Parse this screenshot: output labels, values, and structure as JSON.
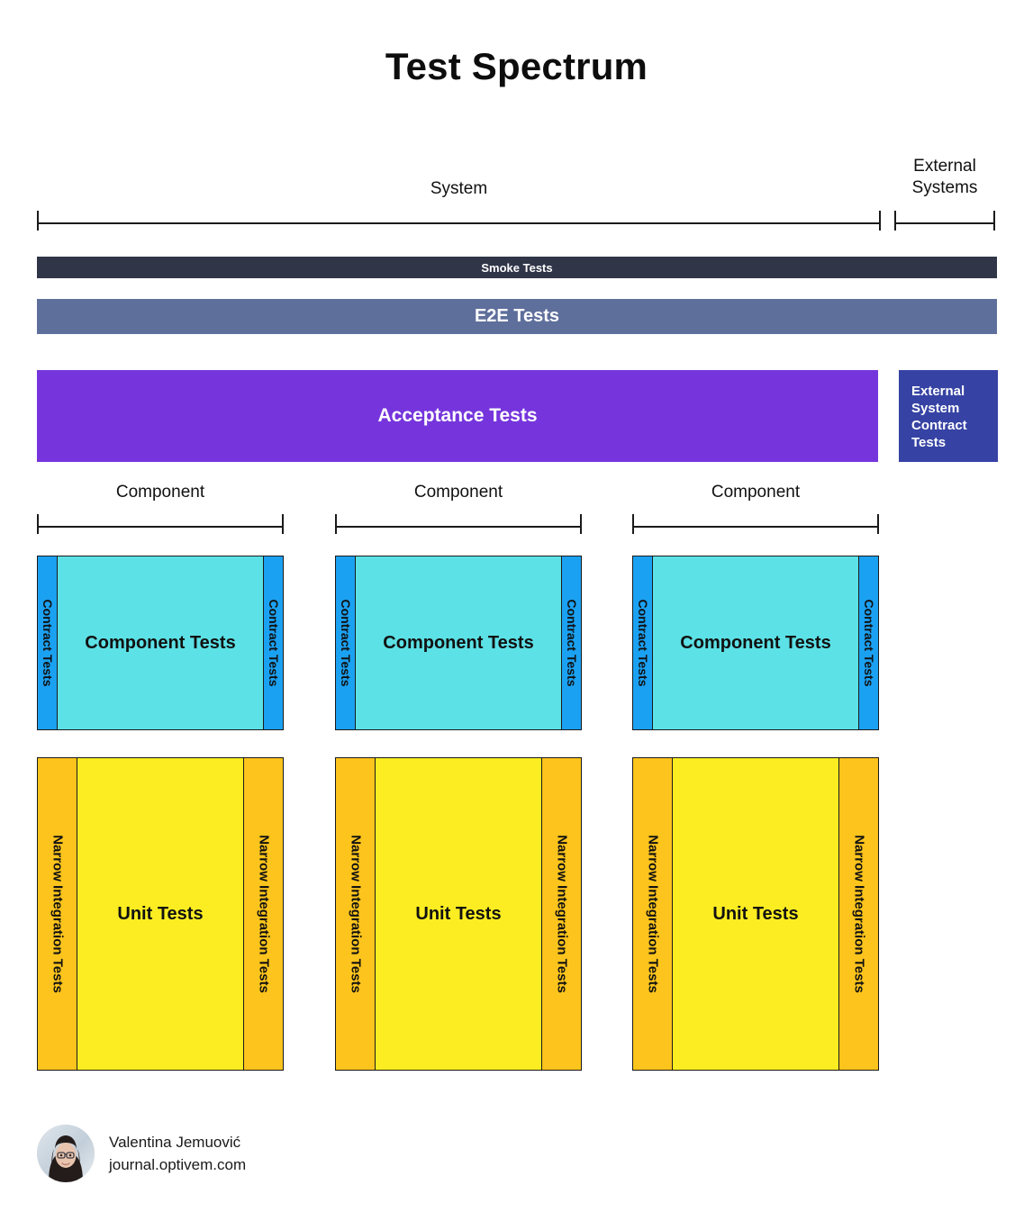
{
  "page": {
    "title": "Test Spectrum",
    "background": "#ffffff"
  },
  "colors": {
    "smoke_tests": "#303548",
    "e2e_tests": "#5f6f9c",
    "acceptance_tests": "#7635dc",
    "external_system_contract_tests": "#3643a4",
    "contract_tests": "#1ba1f2",
    "component_tests": "#5ce1e6",
    "narrow_integration_tests": "#fcc41c",
    "unit_tests": "#fbed21",
    "outline": "#1a1a1a",
    "text_dark": "#111111",
    "text_light": "#ffffff"
  },
  "scopes": {
    "system": "System",
    "external_systems": "External\nSystems",
    "component": "Component"
  },
  "bars": {
    "smoke": "Smoke Tests",
    "e2e": "E2E Tests",
    "acceptance": "Acceptance Tests",
    "external_contract": "External\nSystem\nContract\nTests"
  },
  "components": [
    {
      "scope_label": "Component",
      "contract_left": "Contract Tests",
      "component_tests": "Component Tests",
      "contract_right": "Contract Tests",
      "narrow_left": "Narrow Integration Tests",
      "unit_tests": "Unit Tests",
      "narrow_right": "Narrow Integration Tests"
    },
    {
      "scope_label": "Component",
      "contract_left": "Contract Tests",
      "component_tests": "Component Tests",
      "contract_right": "Contract Tests",
      "narrow_left": "Narrow Integration Tests",
      "unit_tests": "Unit Tests",
      "narrow_right": "Narrow Integration Tests"
    },
    {
      "scope_label": "Component",
      "contract_left": "Contract Tests",
      "component_tests": "Component Tests",
      "contract_right": "Contract Tests",
      "narrow_left": "Narrow Integration Tests",
      "unit_tests": "Unit Tests",
      "narrow_right": "Narrow Integration Tests"
    }
  ],
  "footer": {
    "author": "Valentina Jemuović",
    "site": "journal.optivem.com",
    "avatar": "portrait-photo"
  }
}
